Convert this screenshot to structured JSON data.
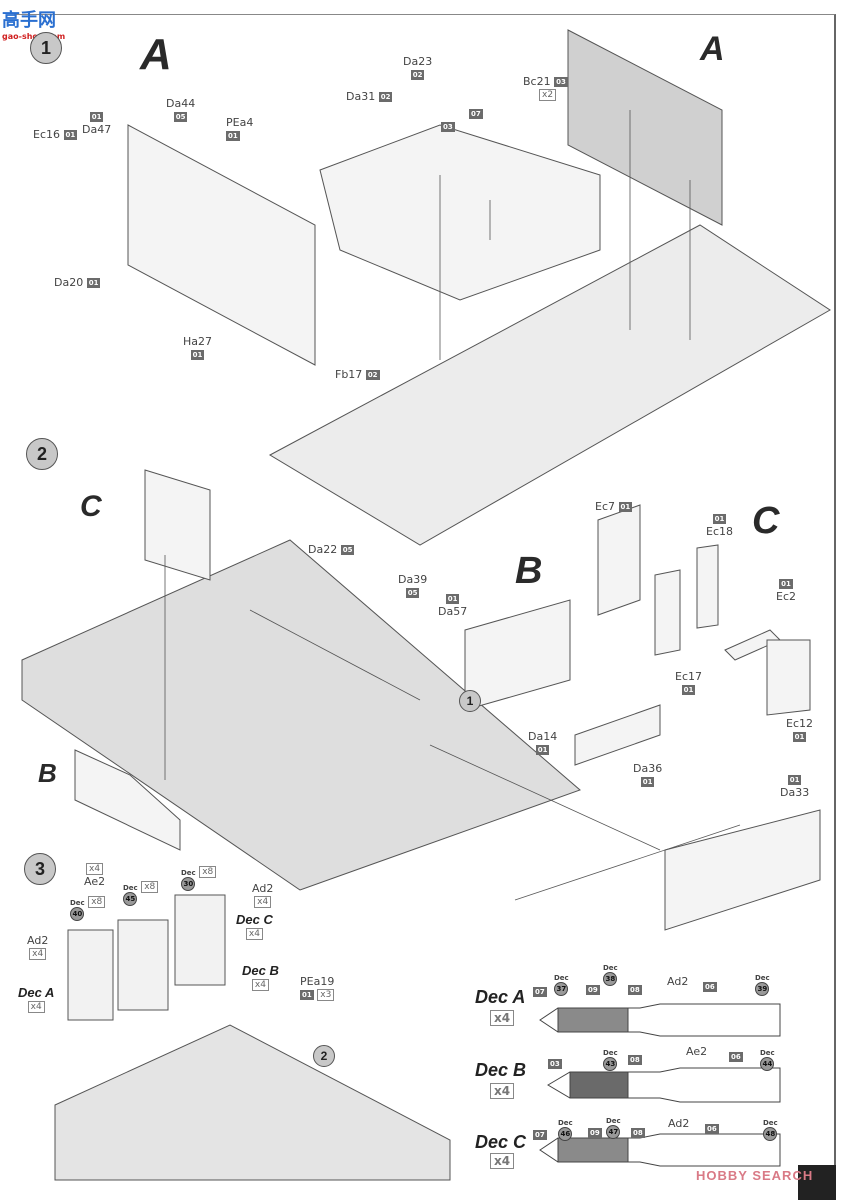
{
  "watermark": {
    "logo_text": "高手网",
    "logo_sub": "gao-shou.com",
    "footer": "HOBBY SEARCH"
  },
  "steps": {
    "s1": "1",
    "s2": "2",
    "s3": "3",
    "ref1": "1",
    "ref2": "2"
  },
  "subassemblies": {
    "a1": "A",
    "a2": "A",
    "b1": "B",
    "b2": "B",
    "c1": "C",
    "c2": "C"
  },
  "step1_parts": [
    {
      "id": "ec16",
      "name": "Ec16",
      "tag": "01"
    },
    {
      "id": "da47",
      "name": "Da47",
      "tag": "01"
    },
    {
      "id": "da44",
      "name": "Da44",
      "tag": "05"
    },
    {
      "id": "pea4",
      "name": "PEa4",
      "tag": "01"
    },
    {
      "id": "da20",
      "name": "Da20",
      "tag": "01"
    },
    {
      "id": "ha27",
      "name": "Ha27",
      "tag": "01"
    },
    {
      "id": "da23",
      "name": "Da23",
      "tag": "02"
    },
    {
      "id": "da31",
      "name": "Da31",
      "tag": "02"
    },
    {
      "id": "bc21",
      "name": "Bc21",
      "tag": "03",
      "mult": "x2"
    },
    {
      "id": "p03",
      "name": "",
      "tag": "03"
    },
    {
      "id": "p07",
      "name": "",
      "tag": "07"
    },
    {
      "id": "fb17",
      "name": "Fb17",
      "tag": "02"
    }
  ],
  "step2_parts": [
    {
      "id": "da22",
      "name": "Da22",
      "tag": "05"
    },
    {
      "id": "da39",
      "name": "Da39",
      "tag": "05"
    },
    {
      "id": "da57",
      "name": "Da57",
      "tag": "01"
    },
    {
      "id": "da14",
      "name": "Da14",
      "tag": "01"
    },
    {
      "id": "da36",
      "name": "Da36",
      "tag": "01"
    },
    {
      "id": "ec7",
      "name": "Ec7",
      "tag": "01"
    },
    {
      "id": "ec18",
      "name": "Ec18",
      "tag": "01"
    },
    {
      "id": "ec2",
      "name": "Ec2",
      "tag": "01"
    },
    {
      "id": "ec17",
      "name": "Ec17",
      "tag": "01"
    },
    {
      "id": "ec12",
      "name": "Ec12",
      "tag": "01"
    },
    {
      "id": "da33",
      "name": "Da33",
      "tag": "01"
    }
  ],
  "step3": {
    "ae2": {
      "name": "Ae2",
      "mult": "x4"
    },
    "ad2_left": {
      "name": "Ad2",
      "mult": "x4"
    },
    "ad2_right": {
      "name": "Ad2",
      "mult": "x4"
    },
    "dec40": {
      "label": "Dec",
      "num": "40",
      "mult": "x8"
    },
    "dec45": {
      "label": "Dec",
      "num": "45",
      "mult": "x8"
    },
    "dec30": {
      "label": "Dec",
      "num": "30",
      "mult": "x8"
    },
    "deca": {
      "name": "Dec A",
      "mult": "x4"
    },
    "decb": {
      "name": "Dec B",
      "mult": "x4"
    },
    "decc": {
      "name": "Dec C",
      "mult": "x4"
    },
    "pea19": {
      "name": "PEa19",
      "tag": "01",
      "mult": "x3"
    }
  },
  "shells": [
    {
      "name": "Dec A",
      "mult": "x4",
      "case": "Ad2",
      "tip": "07",
      "b1": "09",
      "b2": "08",
      "casecol": "06",
      "dec1": "37",
      "dec2": "38",
      "dec3": "39"
    },
    {
      "name": "Dec B",
      "mult": "x4",
      "case": "Ae2",
      "tip": "03",
      "b2": "08",
      "casecol": "06",
      "dec2": "43",
      "dec3": "44"
    },
    {
      "name": "Dec C",
      "mult": "x4",
      "case": "Ad2",
      "tip": "07",
      "b1": "09",
      "b2": "08",
      "casecol": "06",
      "dec1": "46",
      "dec2": "47",
      "dec3": "48"
    }
  ],
  "dec_label": "Dec"
}
